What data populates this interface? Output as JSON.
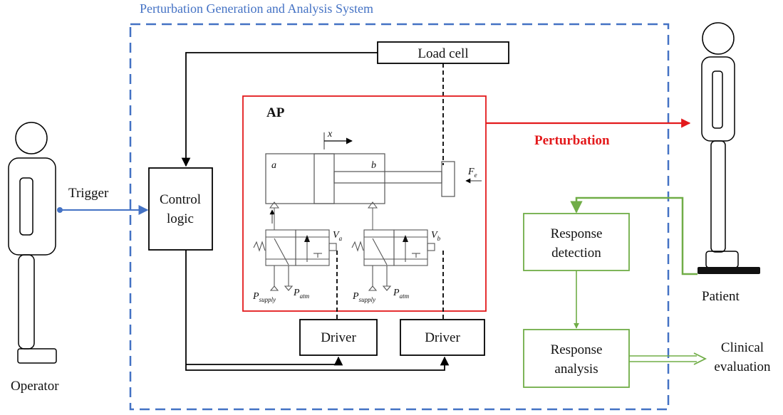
{
  "system": {
    "title": "Perturbation Generation and Analysis System"
  },
  "blocks": {
    "load_cell": "Load cell",
    "control_logic": [
      "Control",
      "logic"
    ],
    "ap": "AP",
    "driver_a": "Driver",
    "driver_b": "Driver",
    "response_detection": [
      "Response",
      "detection"
    ],
    "response_analysis": [
      "Response",
      "analysis"
    ]
  },
  "signals": {
    "trigger": "Trigger",
    "perturbation": "Perturbation",
    "clinical_evaluation": [
      "Clinical",
      "evaluation"
    ]
  },
  "actors": {
    "operator": "Operator",
    "patient": "Patient"
  },
  "ap_schematic": {
    "x_label": "x",
    "chamber_a": "a",
    "chamber_b": "b",
    "force_main": "F",
    "force_sub": "e",
    "valve_a_main": "V",
    "valve_a_sub": "a",
    "valve_b_main": "V",
    "valve_b_sub": "b",
    "p_main": "P",
    "p_supply_sub": "supply",
    "p_atm_sub": "atm"
  },
  "colors": {
    "system_border": "#4472c4",
    "system_title": "#4472c4",
    "ap_border": "#e31a1c",
    "perturbation": "#e31a1c",
    "response_blocks": "#70ad47",
    "trigger_line": "#4472c4",
    "line": "#000000"
  }
}
